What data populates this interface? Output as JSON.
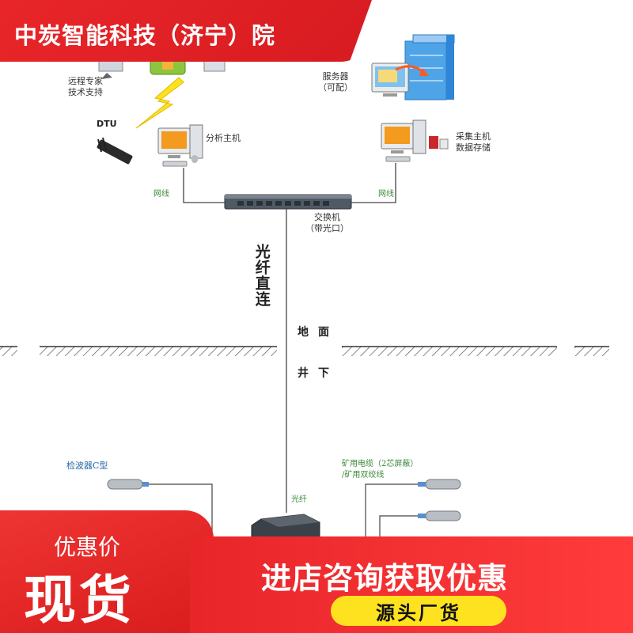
{
  "banner": {
    "title": "中炭智能科技（济宁）院"
  },
  "diagram": {
    "remote_support": "远程专家\n技术支持",
    "dtu": "DTU",
    "analysis_host": "分析主机",
    "server": "服务器\n（可配）",
    "collect_host": "采集主机\n数据存储",
    "network_cable_left": "网线",
    "network_cable_right": "网线",
    "switch": "交换机\n（带光口）",
    "fiber_direct": "光纤直连",
    "ground": "地面",
    "underground": "井下",
    "detector": "检波器C型",
    "mine_cable": "矿用电缆（2芯屏蔽）\n/矿用双绞线",
    "fiber": "光纤"
  },
  "promo": {
    "sub": "优惠价",
    "main": "现货",
    "cta": "进店咨询获取优惠",
    "pill": "源头厂货"
  },
  "colors": {
    "brand_red": "#e8262a",
    "pill_yellow": "#ffe21f",
    "label_green": "#3a8a3a",
    "label_blue": "#2a6aa8"
  }
}
